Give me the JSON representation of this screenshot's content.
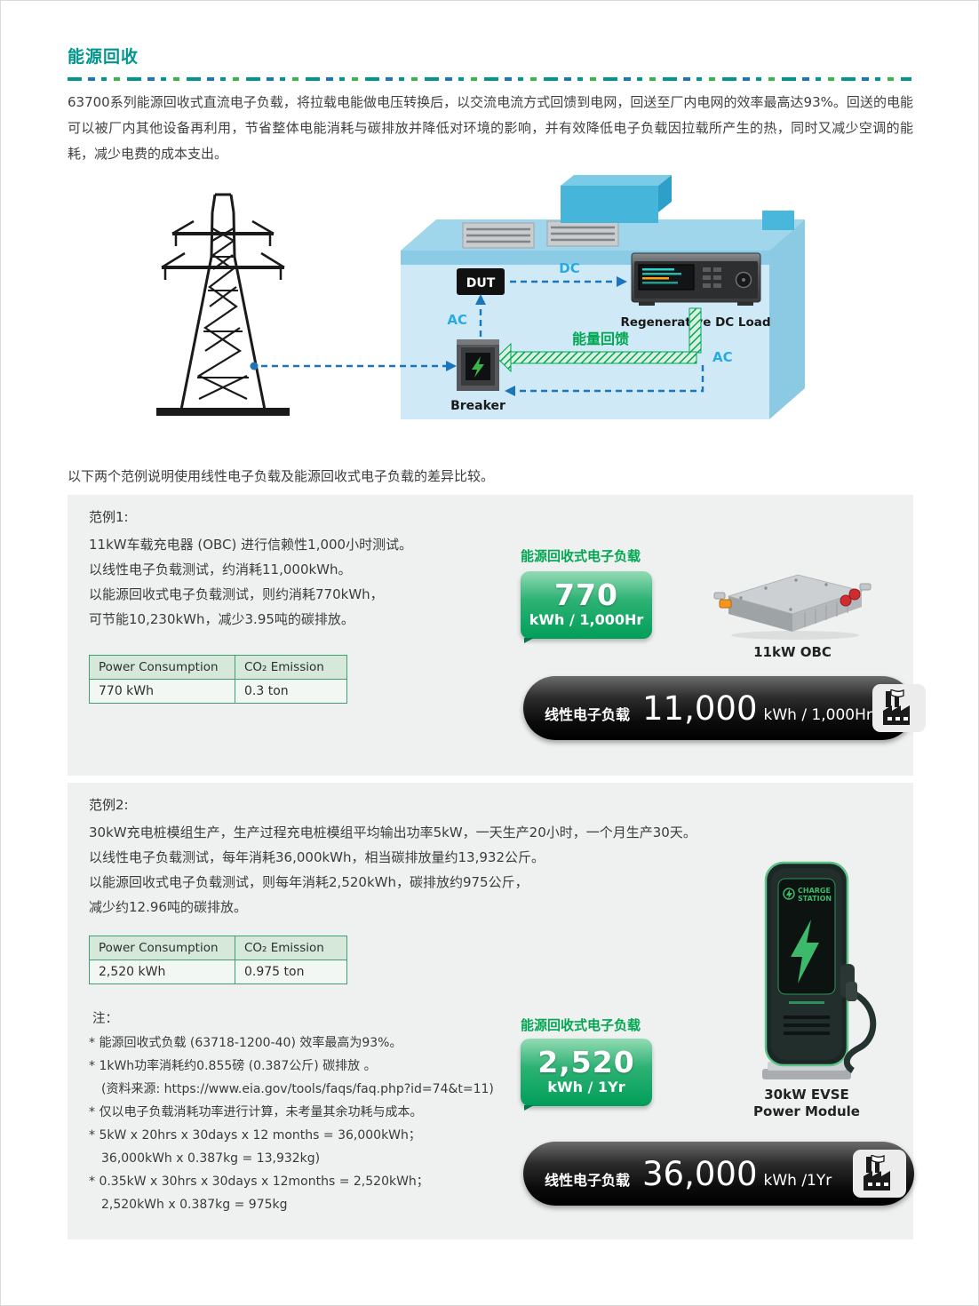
{
  "page": {
    "title": "能源回收",
    "intro": "63700系列能源回收式直流电子负载，将拉载电能做电压转换后，以交流电流方式回馈到电网，回送至厂内电网的效率最高达93%。回送的电能可以被厂内其他设备再利用，节省整体电能消耗与碳排放并降低对环境的影响，并有效降低电子负载因拉载所产生的热，同时又减少空调的能耗，减少电费的成本支出。",
    "compare_note": "以下两个范例说明使用线性电子负载及能源回收式电子负载的差异比较。"
  },
  "colors": {
    "teal": "#00968f",
    "green": "#00a651",
    "blue_label": "#29abe2",
    "blue_dash": "#1b75bb"
  },
  "diagram": {
    "dut_label": "DUT",
    "dc_label": "DC",
    "ac_label_left": "AC",
    "ac_label_right": "AC",
    "feedback_label": "能量回馈",
    "regen_load_label": "Regenerative DC Load",
    "breaker_label": "Breaker"
  },
  "example1": {
    "title": "范例1:",
    "lines": [
      "11kW车载充电器 (OBC) 进行信赖性1,000小时测试。",
      "以线性电子负载测试，约消耗11,000kWh。",
      "以能源回收式电子负载测试，则约消耗770kWh，",
      "可节能10,230kWh，减少3.95吨的碳排放。"
    ],
    "table": {
      "headers": [
        "Power Consumption",
        "CO₂ Emission"
      ],
      "row": [
        "770 kWh",
        "0.3 ton"
      ]
    },
    "badge": {
      "label": "能源回收式电子负载",
      "value": "770",
      "unit": "kWh / 1,000Hr"
    },
    "device_label": "11kW OBC",
    "bar": {
      "label": "线性电子负载",
      "value": "11,000",
      "unit": "kWh / 1,000Hr"
    }
  },
  "example2": {
    "title": "范例2:",
    "lines": [
      "30kW充电桩模组生产，生产过程充电桩模组平均输出功率5kW，一天生产20小时，一个月生产30天。",
      "以线性电子负载测试，每年消耗36,000kWh，相当碳排放量约13,932公斤。",
      "以能源回收式电子负载测试，则每年消耗2,520kWh，碳排放约975公斤，",
      "减少约12.96吨的碳排放。"
    ],
    "table": {
      "headers": [
        "Power Consumption",
        "CO₂ Emission"
      ],
      "row": [
        "2,520 kWh",
        "0.975 ton"
      ]
    },
    "notes_title": "注：",
    "notes": [
      "* 能源回收式负载 (63718-1200-40) 效率最高为93%。",
      "* 1kWh功率消耗约0.855磅 (0.387公斤) 碳排放 。",
      "(资料来源: https://www.eia.gov/tools/faqs/faq.php?id=74&t=11)",
      "* 仅以电子负载消耗功率进行计算，未考量其余功耗与成本。",
      "* 5kW x 20hrs x 30days x 12 months = 36,000kWh；",
      "36,000kWh x 0.387kg = 13,932kg)",
      "* 0.35kW x 30hrs x 30days x 12months = 2,520kWh；",
      "2,520kWh x 0.387kg = 975kg"
    ],
    "badge": {
      "label": "能源回收式电子负载",
      "value": "2,520",
      "unit": "kWh / 1Yr"
    },
    "device_label_line1": "30kW EVSE",
    "device_label_line2": "Power Module",
    "evse_screen_line1": "CHARGE",
    "evse_screen_line2": "STATION",
    "bar": {
      "label": "线性电子负载",
      "value": "36,000",
      "unit": "kWh /1Yr"
    }
  }
}
